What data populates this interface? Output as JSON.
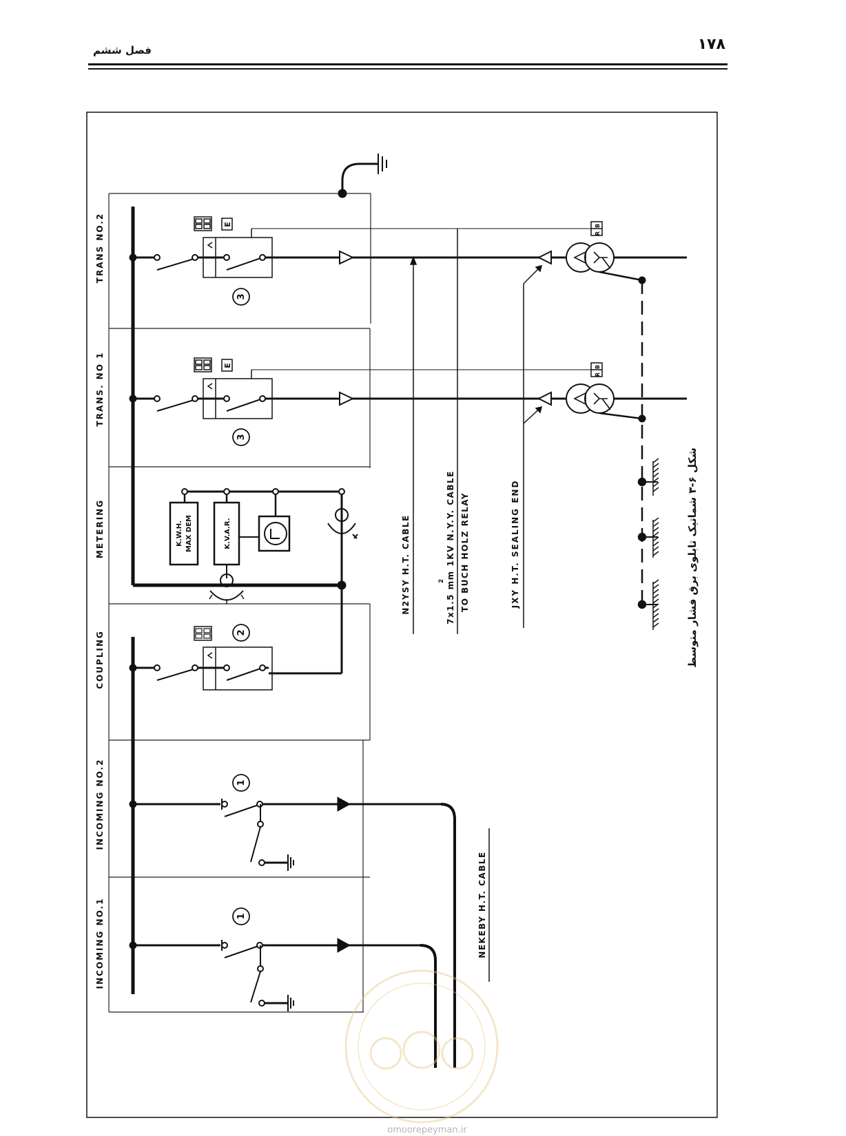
{
  "header": {
    "page_number": "۱۷۸",
    "chapter": "فصل ششم"
  },
  "panels": {
    "incoming_1": "INCOMING NO.1",
    "incoming_2": "INCOMING NO.2",
    "coupling": "COUPLING",
    "metering": "METERING",
    "trans_1": "TRANS. NO 1",
    "trans_2": "TRANS NO.2"
  },
  "markers": {
    "one": "1",
    "two": "2",
    "three": "3"
  },
  "meters": {
    "kwh": "K.W.H.",
    "maxdem": "MAX DEM",
    "kvar": "K.V.A.R."
  },
  "relay_labels": {
    "e": "E",
    "br_b": "B",
    "br_r": "R"
  },
  "cables": {
    "ht": "N2YSY   H.T.   CABLE",
    "nyy": "7x1.5 mm    1KV  N.Y.Y.  CABLE",
    "nyy_sup": "2",
    "buch": "TO  BUCH  HOLZ  RELAY",
    "sealing": "JXY   H.T.  SEALING   END",
    "nekeby": "NEKEBY    H.T.  CABLE"
  },
  "caption": "شکل ۶-۳ شماتیک تابلوی برق فشار متوسط",
  "watermark": "omoorepeyman.ir"
}
